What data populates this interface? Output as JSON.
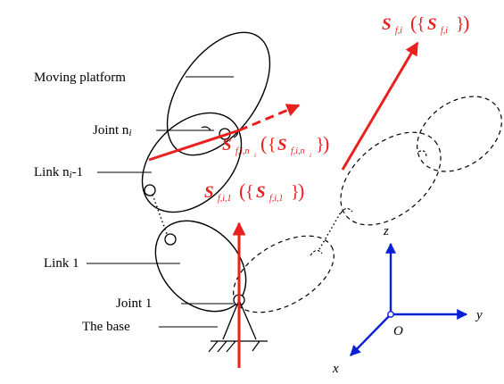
{
  "labels": {
    "moving_platform": "Moving platform",
    "joint_n": "Joint n",
    "joint_n_sub": "i",
    "link_n": "Link n",
    "link_n_sub": "i",
    "link_n_tail": "-1",
    "link_1": "Link 1",
    "joint_1": "Joint 1",
    "the_base": "The base"
  },
  "screw_labels": {
    "top": {
      "S": "S",
      "sub": "f,i"
    },
    "middle": {
      "S": "S",
      "sub": "f,i,n",
      "subsub": "i"
    },
    "bottom": {
      "S": "S",
      "sub": "f,i,1"
    }
  },
  "axes": {
    "x": "x",
    "y": "y",
    "z": "z",
    "origin": "O"
  },
  "colors": {
    "screw": "#e8201e",
    "axes": "#0a1fd6",
    "lines": "#000000"
  }
}
